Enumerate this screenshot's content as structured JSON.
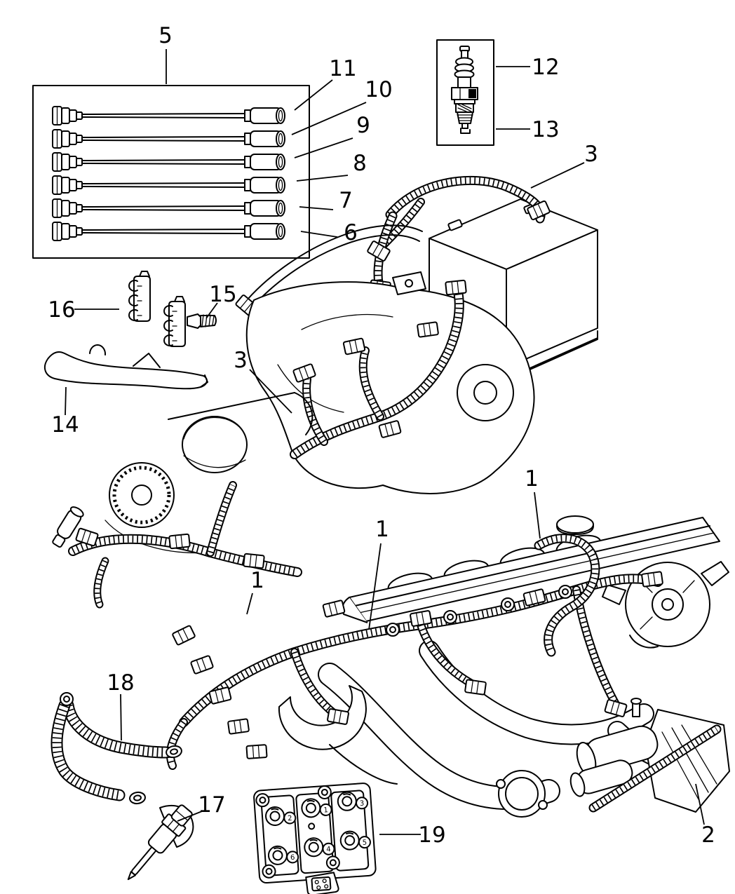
{
  "colors": {
    "ink": "#000000",
    "paper": "#ffffff"
  },
  "callouts": {
    "c1a": "1",
    "c1b": "1",
    "c1c": "1",
    "c2": "2",
    "c3a": "3",
    "c3b": "3",
    "c5": "5",
    "c6": "6",
    "c7": "7",
    "c8": "8",
    "c9": "9",
    "c10": "10",
    "c11": "11",
    "c12": "12",
    "c13": "13",
    "c14": "14",
    "c15": "15",
    "c16": "16",
    "c17": "17",
    "c18": "18",
    "c19": "19"
  },
  "coil_pack": {
    "tower_numbers": [
      "2",
      "6",
      "1",
      "4",
      "3",
      "5"
    ]
  }
}
